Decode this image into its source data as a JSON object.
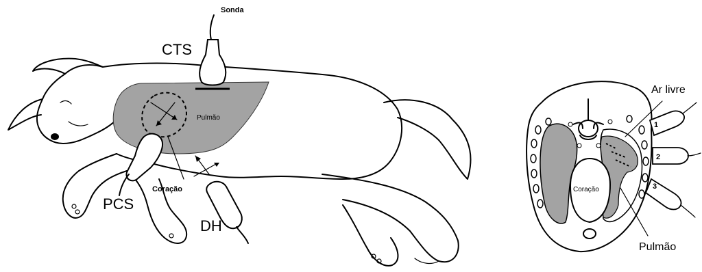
{
  "dog_view": {
    "probe_label": "Sonda",
    "site_cts": "CTS",
    "site_pcs": "PCS",
    "site_dh": "DH",
    "heart_label": "Coração",
    "lung_label": "Pulmão"
  },
  "cross_section": {
    "free_air_label": "Ar livre",
    "heart_label": "Coração",
    "lung_label": "Pulmão",
    "probe_numbers": [
      "1",
      "2",
      "3"
    ]
  },
  "colors": {
    "lung_fill": "#a3a3a3",
    "outline": "#000000",
    "background": "#ffffff"
  }
}
